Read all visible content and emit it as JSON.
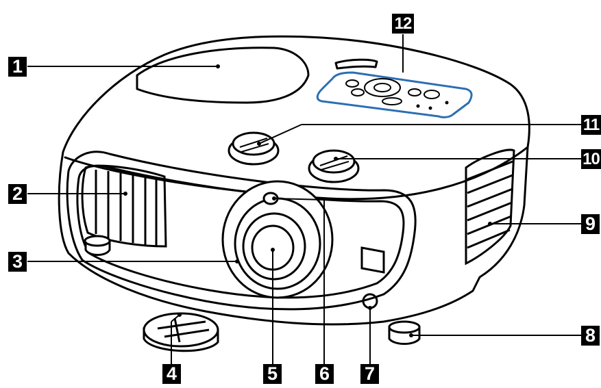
{
  "callouts": [
    {
      "id": 1,
      "label": "1"
    },
    {
      "id": 2,
      "label": "2"
    },
    {
      "id": 3,
      "label": "3"
    },
    {
      "id": 4,
      "label": "4"
    },
    {
      "id": 5,
      "label": "5"
    },
    {
      "id": 6,
      "label": "6"
    },
    {
      "id": 7,
      "label": "7"
    },
    {
      "id": 8,
      "label": "8"
    },
    {
      "id": 9,
      "label": "9"
    },
    {
      "id": 10,
      "label": "10"
    },
    {
      "id": 11,
      "label": "11"
    },
    {
      "id": 12,
      "label": "12"
    }
  ],
  "colors": {
    "line": "#000000",
    "panel_blue": "#2a6fb3",
    "badge_bg": "#000000",
    "badge_text": "#ffffff"
  }
}
